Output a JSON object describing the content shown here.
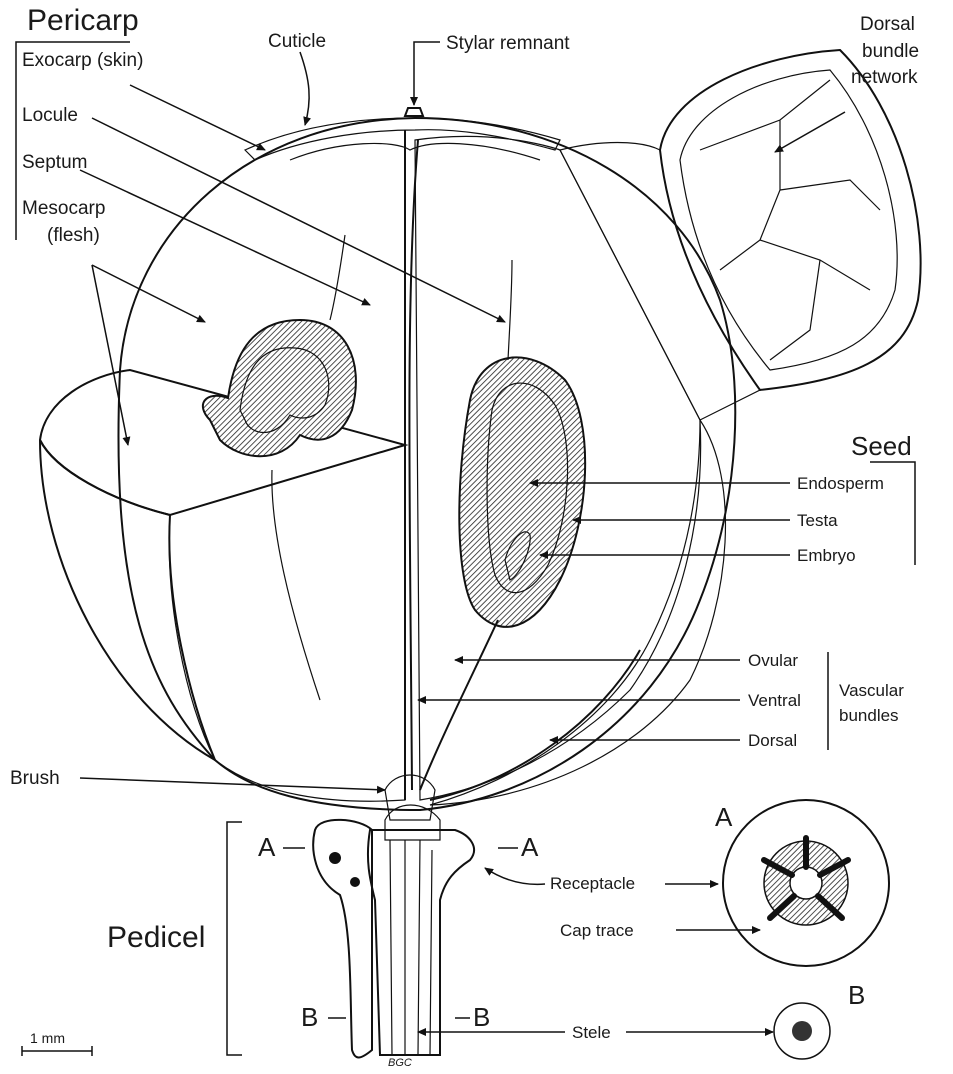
{
  "labels": {
    "pericarp": "Pericarp",
    "exocarp": "Exocarp (skin)",
    "locule": "Locule",
    "septum": "Septum",
    "mesocarp_line1": "Mesocarp",
    "mesocarp_line2": "(flesh)",
    "cuticle": "Cuticle",
    "stylar_remnant": "Stylar remnant",
    "dorsal_network_line1": "Dorsal",
    "dorsal_network_line2": "bundle",
    "dorsal_network_line3": "network",
    "seed": "Seed",
    "endosperm": "Endosperm",
    "testa": "Testa",
    "embryo": "Embryo",
    "ovular": "Ovular",
    "ventral": "Ventral",
    "dorsal": "Dorsal",
    "vascular_line1": "Vascular",
    "vascular_line2": "bundles",
    "brush": "Brush",
    "section_a_left": "A",
    "section_a_right": "A",
    "section_b_left": "B",
    "section_b_right": "B",
    "pedicel": "Pedicel",
    "receptacle": "Receptacle",
    "cap_trace": "Cap trace",
    "stele": "Stele",
    "inset_a": "A",
    "inset_b": "B",
    "scale": "1 mm",
    "brc": "BGC"
  }
}
